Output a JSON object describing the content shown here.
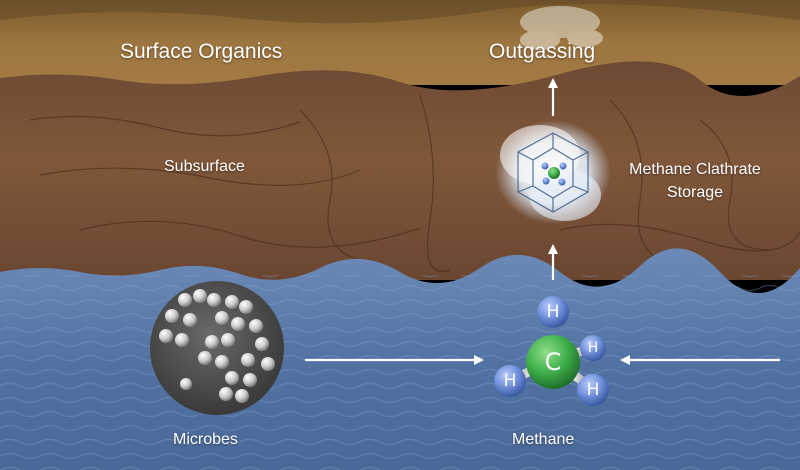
{
  "labels": {
    "surface_organics": "Surface Organics",
    "outgassing": "Outgassing",
    "subsurface": "Subsurface",
    "clathrate_line1": "Methane Clathrate",
    "clathrate_line2": "Storage",
    "microbes": "Microbes",
    "methane": "Methane"
  },
  "molecule": {
    "carbon": "C",
    "hydrogen": "H"
  },
  "colors": {
    "surface": "#8a6a3a",
    "rock": "#7a5236",
    "water": "#4f6f9c",
    "carbon_atom": "#3fae4a",
    "hydrogen_atom": "#6f8fd8",
    "arrow": "#ffffff"
  }
}
